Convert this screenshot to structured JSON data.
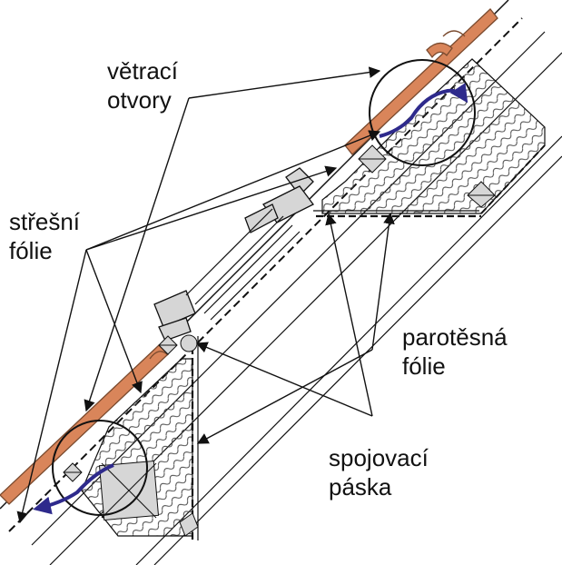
{
  "labels": {
    "vents": {
      "line1": "větrací",
      "line2": "otvory"
    },
    "roof_foil": {
      "line1": "střešní",
      "line2": "fólie"
    },
    "vapor_foil": {
      "line1": "parotěsná",
      "line2": "fólie"
    },
    "tape": {
      "line1": "spojovací",
      "line2": "páska"
    }
  },
  "colors": {
    "tile": "#d9855a",
    "tile_edge": "#7a4a2e",
    "airflow": "#2e2a8c",
    "frame": "#d6d6d6",
    "line": "#111111",
    "insulation_fill": "#f4f4f4"
  },
  "icons": [
    "airflow-arrow-icon",
    "vent-detail-circle-icon"
  ]
}
